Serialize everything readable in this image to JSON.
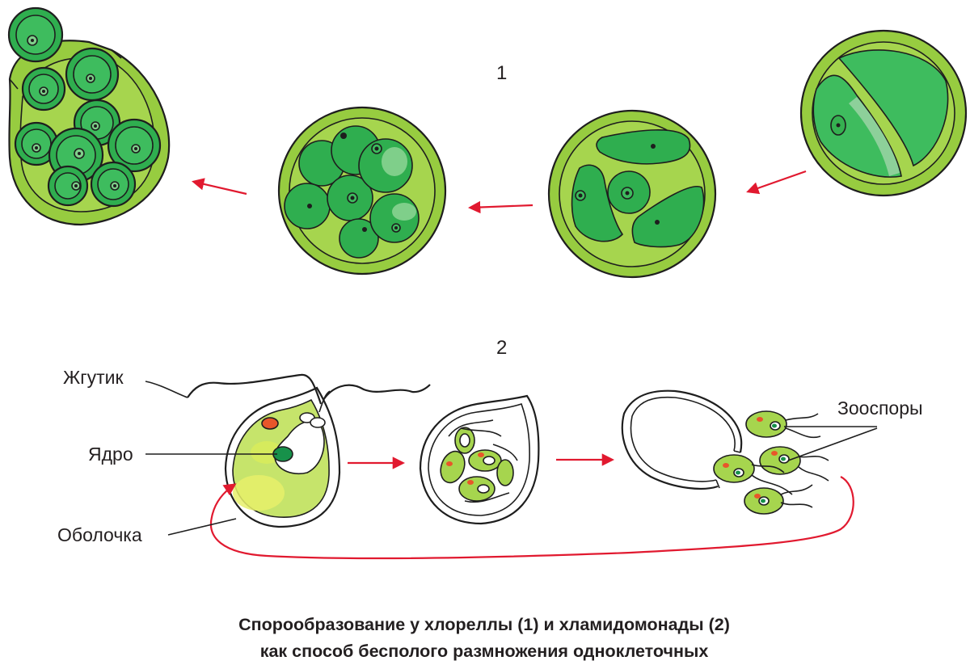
{
  "diagram": {
    "row1_number": "1",
    "row2_number": "2",
    "labels": {
      "flagellum": "Жгутик",
      "nucleus": "Ядро",
      "membrane": "Оболочка",
      "zoospores": "Зооспоры"
    },
    "caption": {
      "line1": "Спорообразование у хлореллы (1) и хламидомонады (2)",
      "line2": "как способ бесполого размножения одноклеточных"
    },
    "colors": {
      "cell_wall": "#97cc40",
      "dark_green": "#2fae4f",
      "mid_green": "#3ebc5e",
      "light_green": "#7fcf8a",
      "arrow_red": "#e1192f",
      "chloroplast_yellow": "#d7e84a",
      "eyespot": "#e8562a"
    }
  }
}
